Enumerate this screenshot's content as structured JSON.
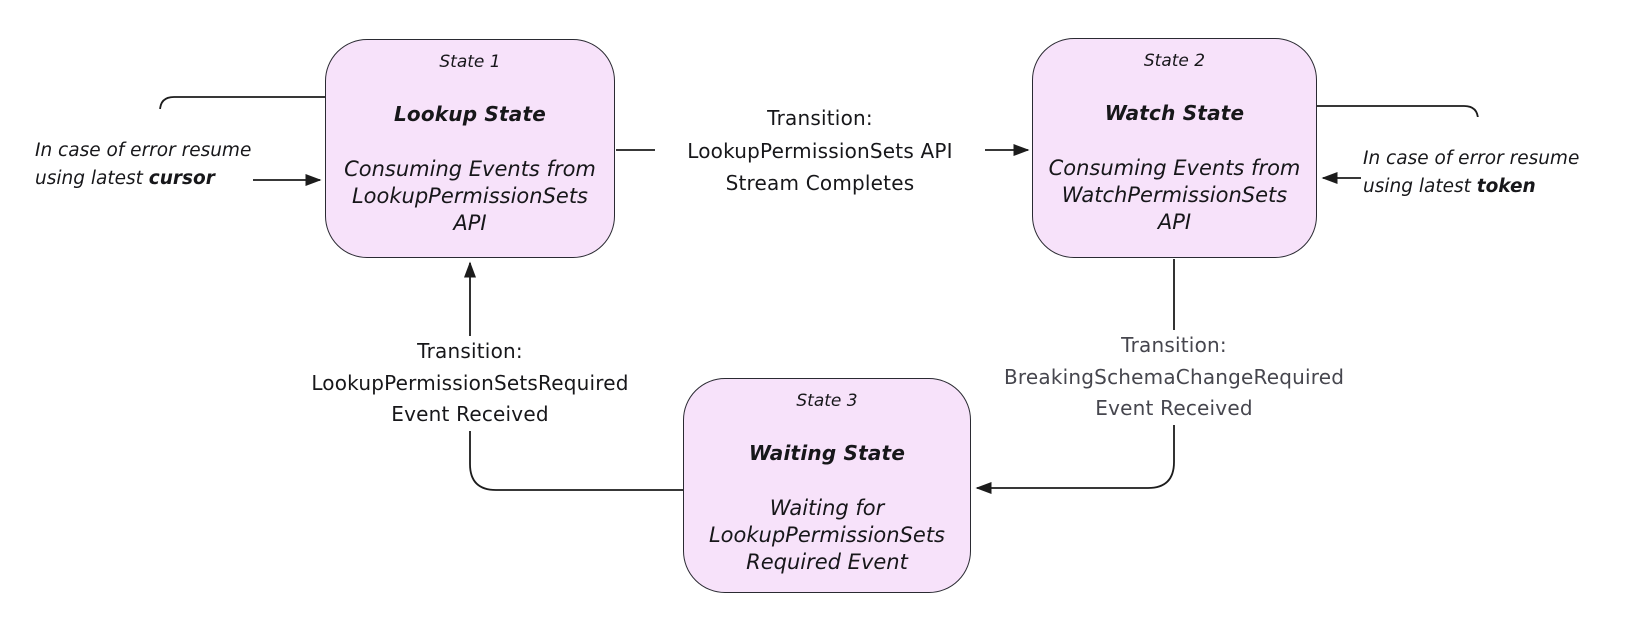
{
  "diagram": {
    "states": [
      {
        "step": "State 1",
        "name": "Lookup State",
        "description": "Consuming Events from\nLookupPermissionSets\nAPI"
      },
      {
        "step": "State 2",
        "name": "Watch State",
        "description": "Consuming Events from\nWatchPermissionSets\nAPI"
      },
      {
        "step": "State 3",
        "name": "Waiting State",
        "description": "Waiting for\nLookupPermissionSets\nRequired Event"
      }
    ],
    "transitions": [
      {
        "from": "State 1",
        "to": "State 2",
        "label": "Transition:\nLookupPermissionSets API\nStream Completes"
      },
      {
        "from": "State 2",
        "to": "State 3",
        "label": "Transition:\nBreakingSchemaChangeRequired\nEvent Received"
      },
      {
        "from": "State 3",
        "to": "State 1",
        "label": "Transition:\nLookupPermissionSetsRequired\nEvent Received"
      }
    ],
    "self_loops": [
      {
        "state": "State 1",
        "text": "In case of error resume\nusing latest ",
        "emphasis": "cursor"
      },
      {
        "state": "State 2",
        "text": "In case of error resume\nusing latest ",
        "emphasis": "token"
      }
    ],
    "colors": {
      "background": "#ffffff",
      "state_fill": "#f7e2fa",
      "state_border": "#2a2a32",
      "line": "#1c1c1c",
      "text": "#17171a",
      "muted_text": "#46464e"
    }
  }
}
